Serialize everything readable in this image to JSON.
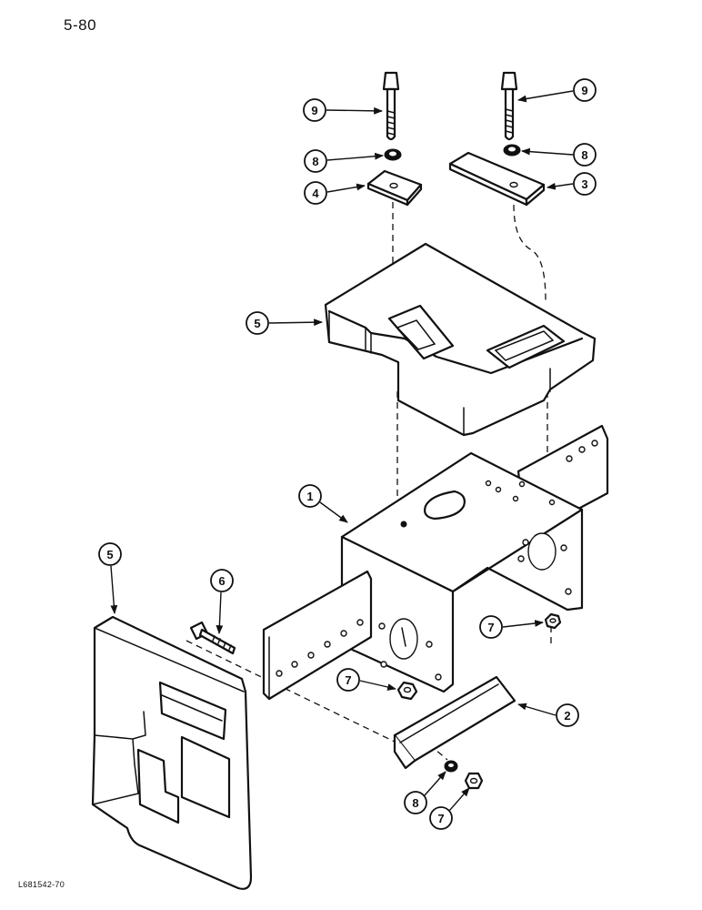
{
  "page": {
    "number": "5-80",
    "figure_code": "L681542-70"
  },
  "callouts": [
    {
      "id": "9a",
      "label": "9"
    },
    {
      "id": "9b",
      "label": "9"
    },
    {
      "id": "8a",
      "label": "8"
    },
    {
      "id": "8b",
      "label": "8"
    },
    {
      "id": "4",
      "label": "4"
    },
    {
      "id": "3",
      "label": "3"
    },
    {
      "id": "5a",
      "label": "5"
    },
    {
      "id": "1",
      "label": "1"
    },
    {
      "id": "5b",
      "label": "5"
    },
    {
      "id": "6",
      "label": "6"
    },
    {
      "id": "7a",
      "label": "7"
    },
    {
      "id": "7b",
      "label": "7"
    },
    {
      "id": "2",
      "label": "2"
    },
    {
      "id": "8c",
      "label": "8"
    },
    {
      "id": "7c",
      "label": "7"
    }
  ]
}
